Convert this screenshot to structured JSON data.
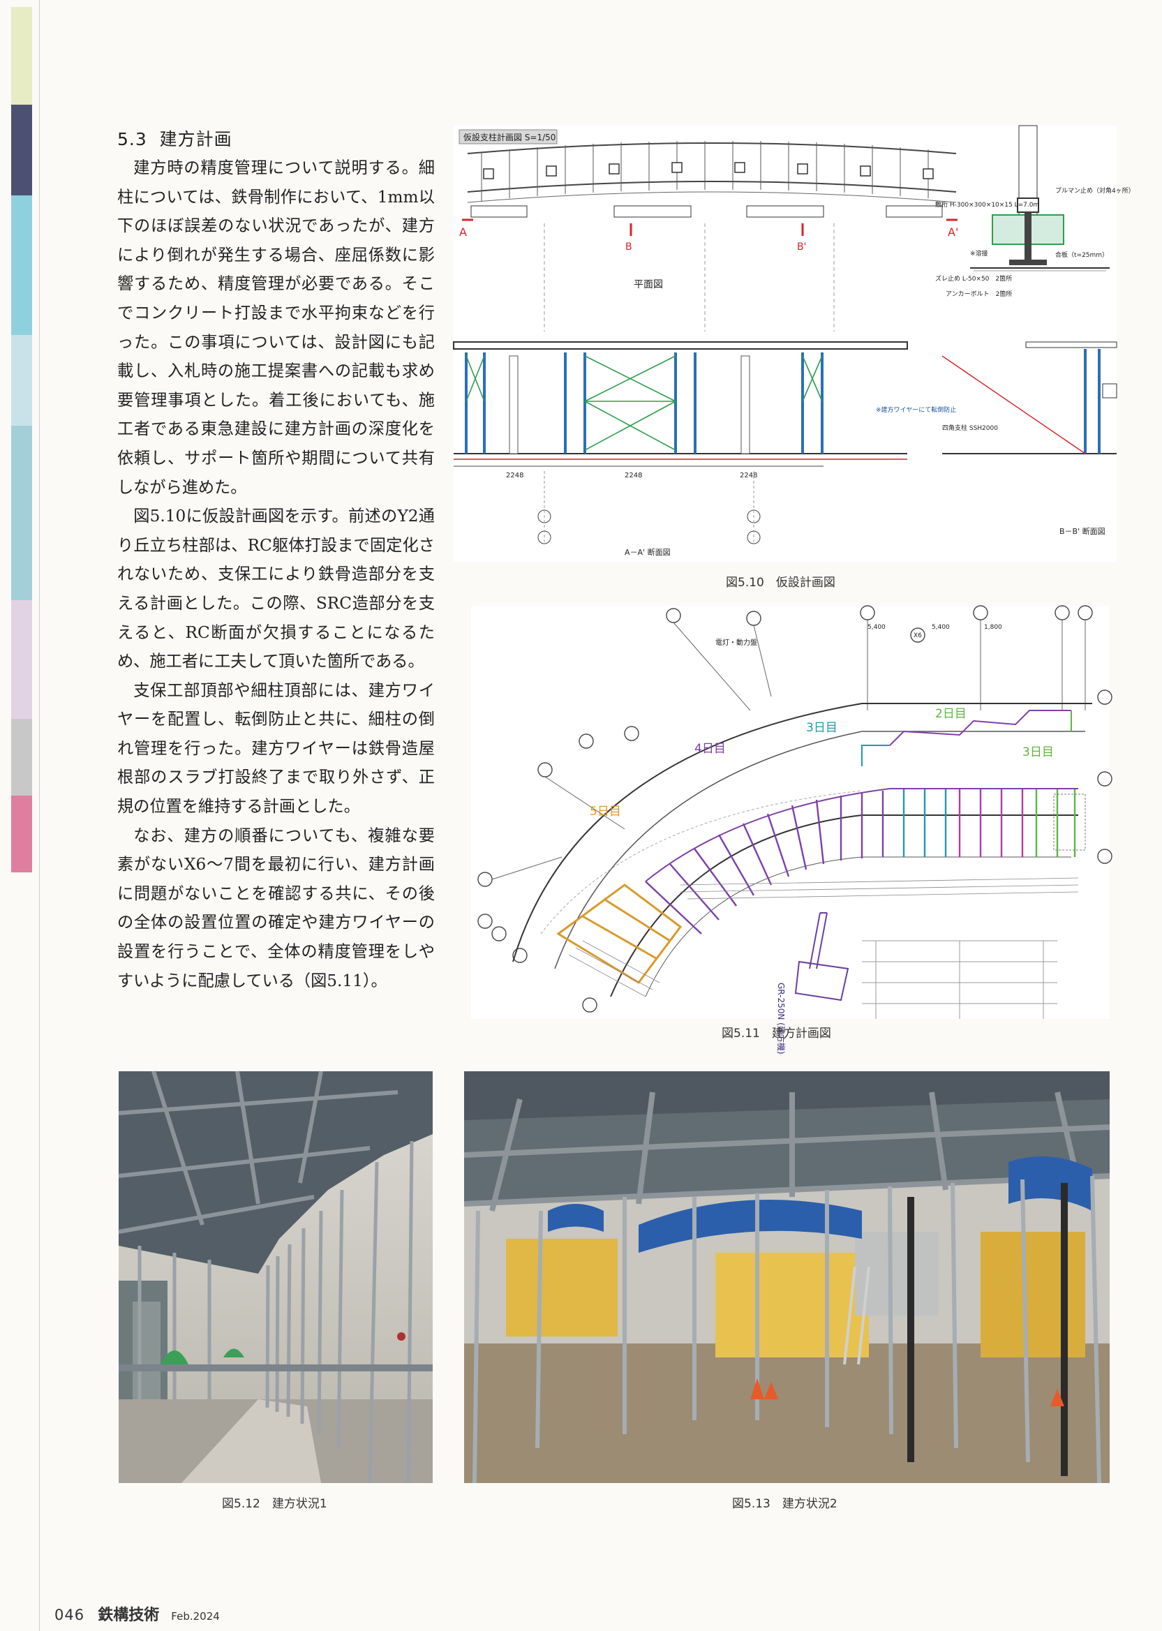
{
  "section": {
    "number": "5.3",
    "title": "建方計画"
  },
  "paragraphs": [
    "建方時の精度管理について説明する。細柱については、鉄骨制作において、1mm以下のほぼ誤差のない状況であったが、建方により倒れが発生する場合、座屈係数に影響するため、精度管理が必要である。そこでコンクリート打設まで水平拘束などを行った。この事項については、設計図にも記載し、入札時の施工提案書への記載も求め要管理事項とした。着工後においても、施工者である東急建設に建方計画の深度化を依頼し、サポート箇所や期間について共有しながら進めた。",
    "図5.10に仮設計画図を示す。前述のY2通り丘立ち柱部は、RC躯体打設まで固定化されないため、支保工により鉄骨造部分を支える計画とした。この際、SRC造部分を支えると、RC断面が欠損することになるため、施工者に工夫して頂いた箇所である。",
    "支保工部頂部や細柱頂部には、建方ワイヤーを配置し、転倒防止と共に、細柱の倒れ管理を行った。建方ワイヤーは鉄骨造屋根部のスラブ打設終了まで取り外さず、正規の位置を維持する計画とした。",
    "なお、建方の順番についても、複雑な要素がないX6～7間を最初に行い、建方計画に問題がないことを確認する共に、その後の全体の設置位置の確定や建方ワイヤーの設置を行うことで、全体の精度管理をしやすいように配慮している（図5.11）。"
  ],
  "figures": {
    "fig510": {
      "caption": "図5.10　仮設計画図",
      "plan_label": "仮設支柱計画図 S=1/50",
      "plan_title": "平面図",
      "aa_title": "A－A' 断面図",
      "bb_title": "B－B' 断面図",
      "marker_a": "A",
      "marker_a2": "A'",
      "marker_b": "B",
      "marker_b2": "B'",
      "note_pullman": "プルマン止め（対角4ヶ所）",
      "note_laying": "敷桁 H-300×300×10×15 L=7.0m",
      "note_weld": "※溶接",
      "note_plate": "合板（t=25mm）",
      "note_slip": "ズレ止め L-50×50　2箇所",
      "note_anchor": "アンカーボルト　2箇所",
      "note_wire": "※建方ワイヤーにて転倒防止",
      "note_post": "四角支柱 SSH2000",
      "dims": [
        "2248",
        "2248",
        "2248"
      ]
    },
    "fig511": {
      "caption": "図5.11　建方計画図",
      "note_power": "電灯・動力盤",
      "zone_labels": [
        "2日目",
        "3日目",
        "3日目",
        "4日目",
        "5日目"
      ],
      "dims": [
        "5,400",
        "5,400",
        "1,800"
      ],
      "crane": "GR-250N (建方機)"
    },
    "fig512": {
      "caption": "図5.12　建方状況1"
    },
    "fig513": {
      "caption": "図5.13　建方状況2"
    }
  },
  "footer": {
    "page": "046",
    "magazine": "鉄構技術",
    "issue": "Feb.2024"
  },
  "colors": {
    "zone_purple": "#7d3fa8",
    "zone_teal": "#1f9aa8",
    "zone_green": "#5cb63f",
    "zone_orange": "#d99a2a",
    "zone_magenta": "#b23aa8",
    "marker_red": "#d8242a",
    "scaffold_blue": "#2a6fb8",
    "scaffold_green": "#2e9e4a"
  }
}
